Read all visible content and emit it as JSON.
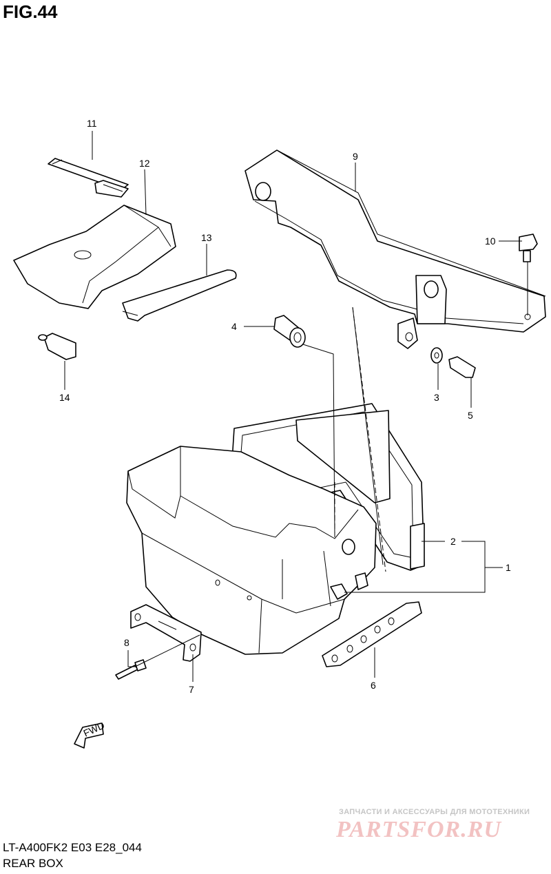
{
  "figure": {
    "title": "FIG.44",
    "model_code": "LT-A400FK2 E03 E28_044",
    "name": "REAR BOX"
  },
  "callouts": [
    "1",
    "2",
    "3",
    "4",
    "5",
    "6",
    "7",
    "8",
    "9",
    "10",
    "11",
    "12",
    "13",
    "14"
  ],
  "fwd_label": "FWD",
  "watermark": {
    "tagline": "ЗАПЧАСТИ И АКСЕССУАРЫ ДЛЯ МОТОТЕХНИКИ",
    "logo": "PARTSFOR.RU"
  }
}
